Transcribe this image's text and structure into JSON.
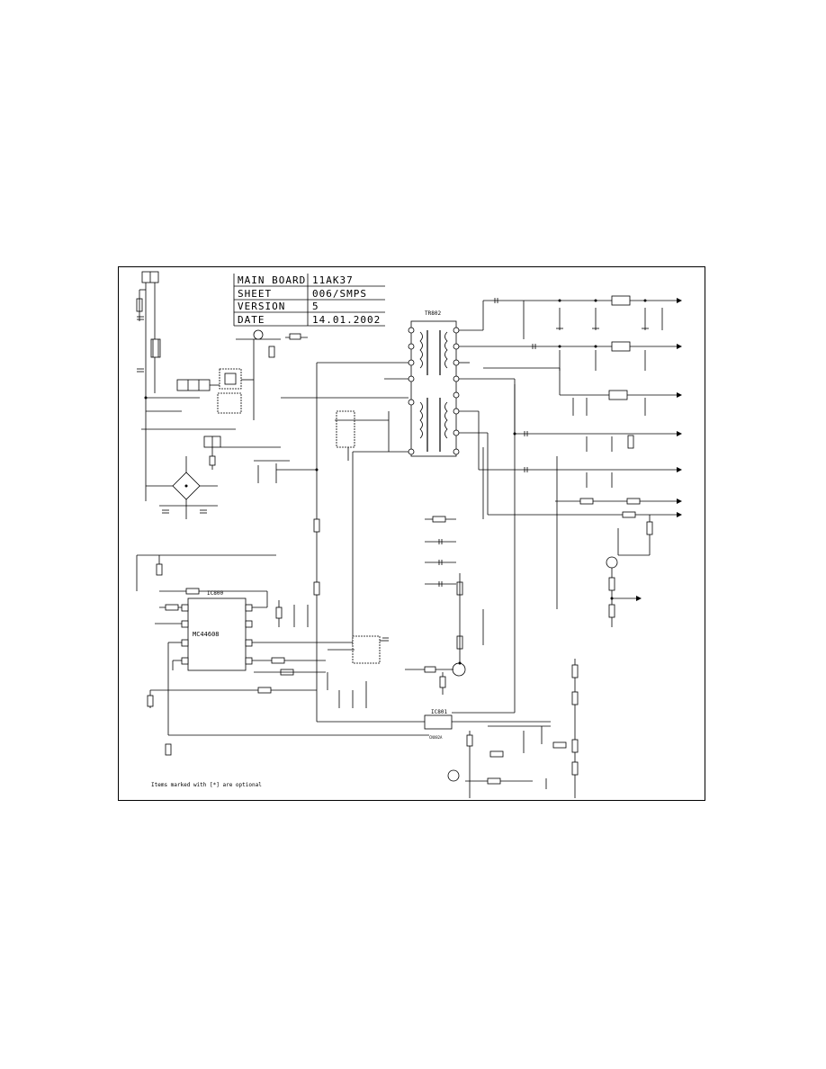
{
  "title_block": {
    "rows": [
      {
        "label": "MAIN BOARD",
        "value": "11AK37"
      },
      {
        "label": "SHEET",
        "value": "006/SMPS"
      },
      {
        "label": "VERSION",
        "value": "5"
      },
      {
        "label": "DATE",
        "value": "14.01.2002"
      }
    ]
  },
  "components": {
    "transformer": "TR802",
    "controller_ic": "IC800",
    "controller_part": "MC44608",
    "optocoupler": "IC801",
    "optocoupler_part": "CNX82A"
  },
  "footnote": "Items marked with [*] are optional"
}
